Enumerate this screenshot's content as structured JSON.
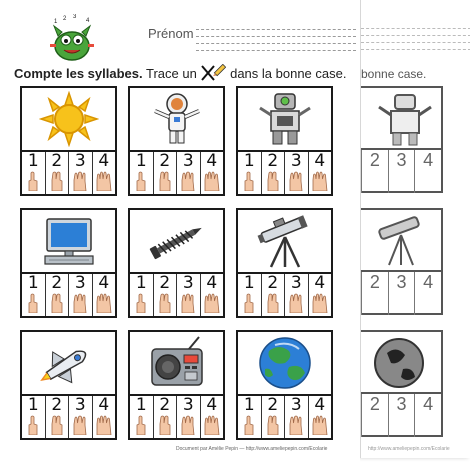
{
  "header": {
    "prenom_label": "Prénom",
    "instructions_bold": "Compte les syllabes.",
    "instructions_part1": "Trace un",
    "instructions_part2": "dans la bonne case.",
    "mascot_numbers": [
      "1",
      "2",
      "3",
      "4"
    ]
  },
  "numbers": [
    "1",
    "2",
    "3",
    "4"
  ],
  "cards": [
    {
      "picture": "sun-icon"
    },
    {
      "picture": "astronaut-icon"
    },
    {
      "picture": "robot-icon"
    },
    {
      "picture": "computer-icon"
    },
    {
      "picture": "screw-icon"
    },
    {
      "picture": "telescope-icon"
    },
    {
      "picture": "rocket-ship-icon"
    },
    {
      "picture": "radio-icon"
    },
    {
      "picture": "earth-icon"
    }
  ],
  "ghost_page": {
    "instructions": "bonne case.",
    "pictures": [
      "robot-icon",
      "telescope-icon",
      "earth-icon"
    ]
  },
  "footer": {
    "text": "Document par Amélie Pepin — http://www.ameliepepin.com/Ecolarie",
    "ghost_text": "http://www.ameliepepin.com/Ecolarie"
  },
  "colors": {
    "outline": "#1a1a1a",
    "sun": "#f7c21b",
    "mascot": "#4aa53b",
    "earth_blue": "#2c7fd6",
    "earth_green": "#3aa149",
    "skin": "#f3c6a5"
  }
}
